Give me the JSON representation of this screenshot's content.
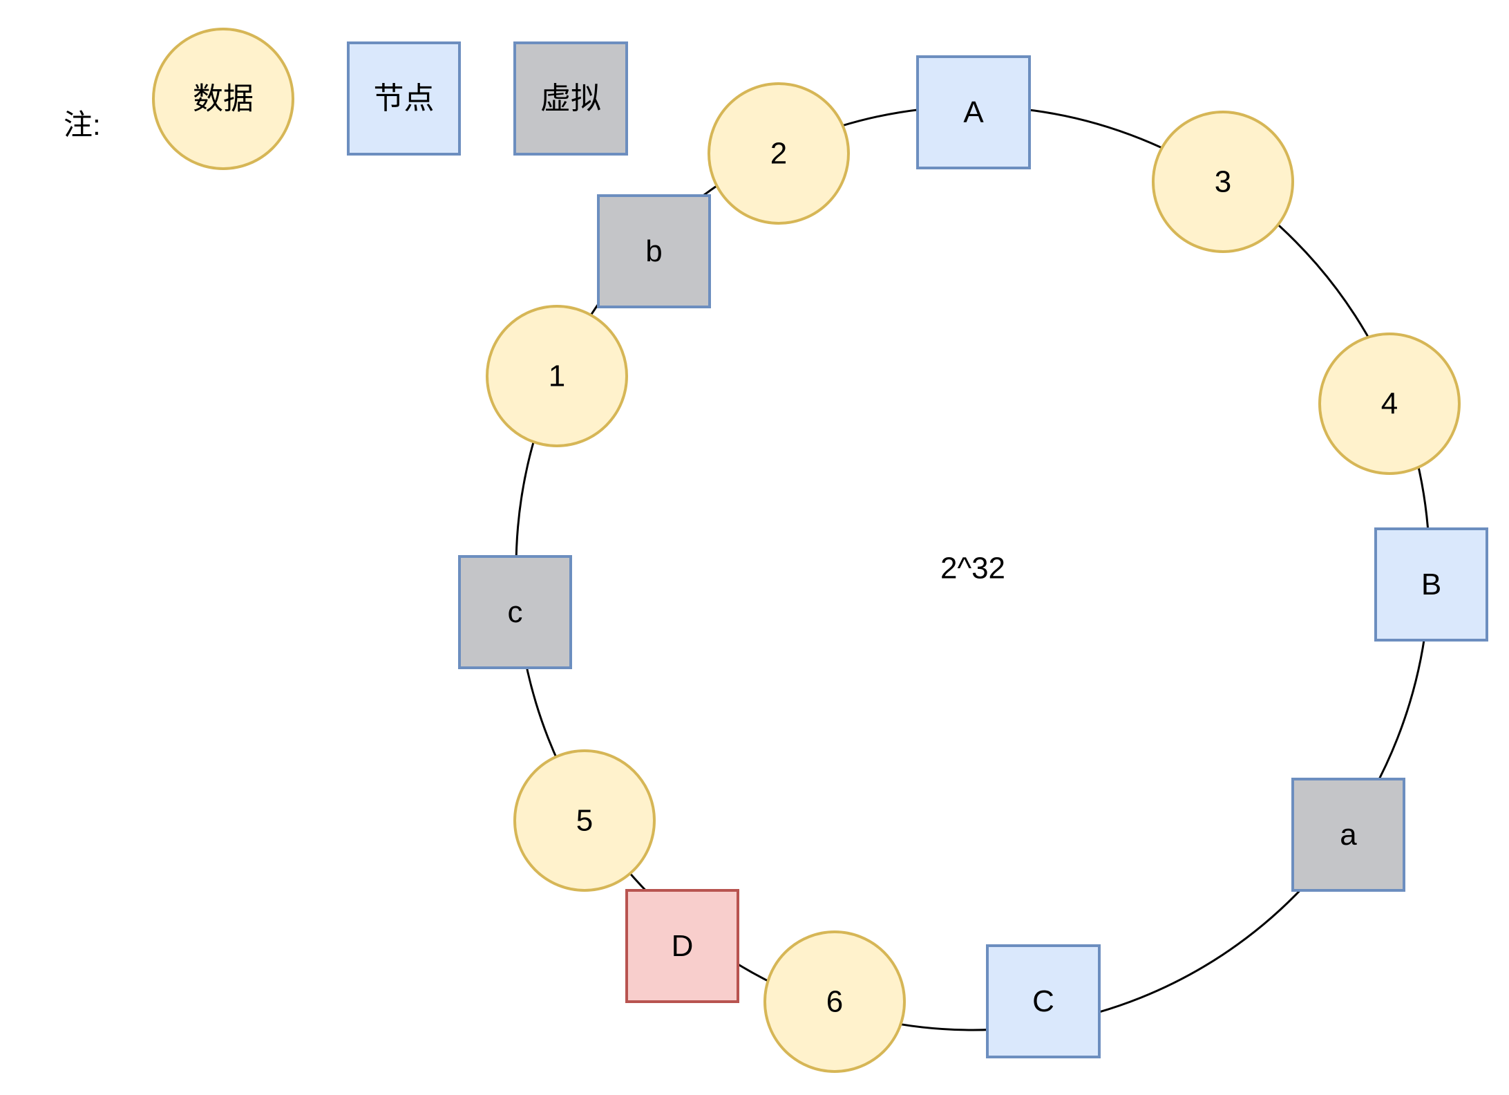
{
  "legend": {
    "note_label": "注:",
    "items": [
      {
        "shape": "circle",
        "label": "数据",
        "fill": "#fff2cc",
        "stroke": "#d6b656"
      },
      {
        "shape": "square",
        "label": "节点",
        "fill": "#dae8fc",
        "stroke": "#6c8ebf"
      },
      {
        "shape": "square",
        "label": "虚拟",
        "fill": "#c4c5c8",
        "stroke": "#6c8ebf"
      }
    ]
  },
  "ring": {
    "label": "2^32",
    "stroke": "#000000"
  },
  "nodes": [
    {
      "label": "A",
      "kind": "node"
    },
    {
      "label": "B",
      "kind": "node"
    },
    {
      "label": "C",
      "kind": "node"
    },
    {
      "label": "D",
      "kind": "highlighted-node"
    },
    {
      "label": "a",
      "kind": "virtual"
    },
    {
      "label": "b",
      "kind": "virtual"
    },
    {
      "label": "c",
      "kind": "virtual"
    }
  ],
  "data_items": [
    {
      "label": "1"
    },
    {
      "label": "2"
    },
    {
      "label": "3"
    },
    {
      "label": "4"
    },
    {
      "label": "5"
    },
    {
      "label": "6"
    }
  ],
  "colors": {
    "data_fill": "#fff2cc",
    "data_stroke": "#d6b656",
    "node_fill": "#dae8fc",
    "node_stroke": "#6c8ebf",
    "virtual_fill": "#c4c5c8",
    "virtual_stroke": "#6c8ebf",
    "highlight_fill": "#f8cecc",
    "highlight_stroke": "#b85450"
  }
}
